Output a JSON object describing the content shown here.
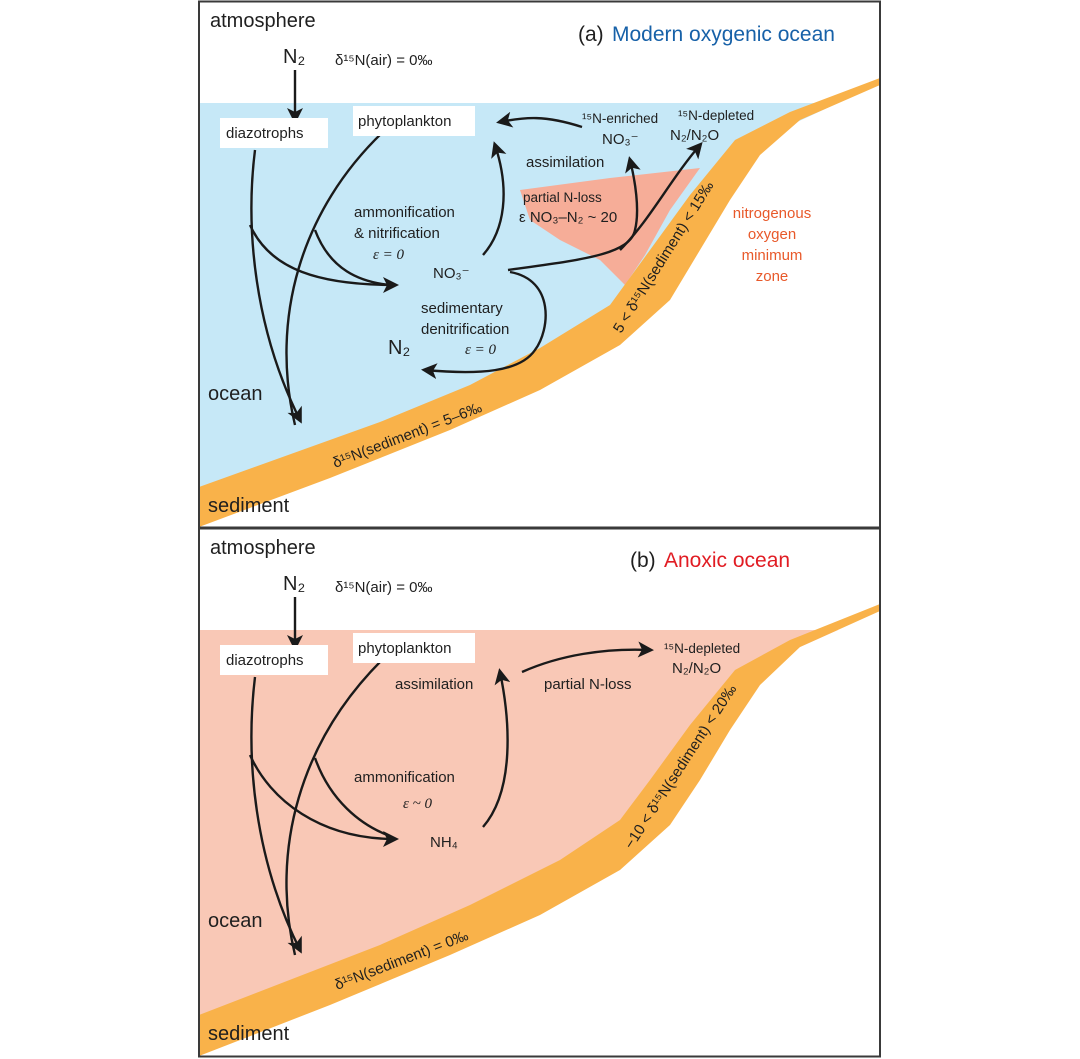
{
  "colors": {
    "oxygenic_water": "#c6e8f7",
    "anoxic_water": "#f9c8b6",
    "omz": "#f6ad98",
    "sediment": "#f9b24a",
    "title_a": "#1761a8",
    "title_b": "#e11c23",
    "omz_label": "#e8592a"
  },
  "panel_a": {
    "label_prefix": "(a)",
    "label_title": "Modern oxygenic ocean",
    "atmosphere": "atmosphere",
    "n2_source": "N₂",
    "air_delta": "δ¹⁵N(air) = 0‰",
    "diazotrophs": "diazotrophs",
    "phytoplankton": "phytoplankton",
    "enriched_line1": "¹⁵N-enriched",
    "enriched_line2": "NO₃⁻",
    "depleted_line1": "¹⁵N-depleted",
    "depleted_line2": "N₂/N₂O",
    "assimilation": "assimilation",
    "partial_loss": "partial N-loss",
    "partial_loss_eps": "ε NO₃–N₂ ~ 20",
    "ammonification_line1": "ammonification",
    "ammonification_line2": "& nitrification",
    "ammonification_eps": "ε = 0",
    "nitrate": "NO₃⁻",
    "sed_denit_line1": "sedimentary",
    "sed_denit_line2": "denitrification",
    "sed_denit_eps": "ε = 0",
    "n2_sink": "N₂",
    "ocean": "ocean",
    "sediment": "sediment",
    "sed_delta": "δ¹⁵N(sediment) = 5–6‰",
    "slope_delta": "5 < δ¹⁵N(sediment) < 15‰",
    "omz_label": [
      "nitrogenous",
      "oxygen",
      "minimum",
      "zone"
    ]
  },
  "panel_b": {
    "label_prefix": "(b)",
    "label_title": "Anoxic ocean",
    "atmosphere": "atmosphere",
    "n2_source": "N₂",
    "air_delta": "δ¹⁵N(air) = 0‰",
    "diazotrophs": "diazotrophs",
    "phytoplankton": "phytoplankton",
    "assimilation": "assimilation",
    "partial_loss": "partial N-loss",
    "depleted_line1": "¹⁵N-depleted",
    "depleted_line2": "N₂/N₂O",
    "ammonification": "ammonification",
    "ammonification_eps": "ε ~ 0",
    "ammonium": "NH₄",
    "ocean": "ocean",
    "sediment": "sediment",
    "sed_delta": "δ¹⁵N(sediment) = 0‰",
    "slope_delta": "−10 < δ¹⁵N(sediment) < 20‰"
  }
}
